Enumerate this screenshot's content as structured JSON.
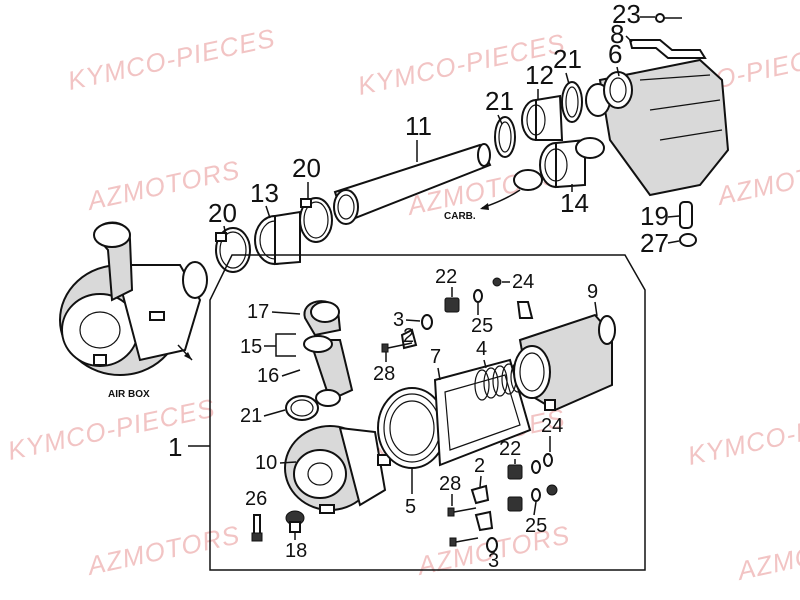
{
  "watermarks": {
    "kymco": "KYMCO-PIECES",
    "az": "AZMOTORS"
  },
  "callouts": {
    "n1": "1",
    "n2a": "2",
    "n2b": "2",
    "n3a": "3",
    "n3b": "3",
    "n4": "4",
    "n5": "5",
    "n6": "6",
    "n7": "7",
    "n8": "8",
    "n9": "9",
    "n10": "10",
    "n11": "11",
    "n12": "12",
    "n13": "13",
    "n14": "14",
    "n15": "15",
    "n16": "16",
    "n17": "17",
    "n18": "18",
    "n19": "19",
    "n20a": "20",
    "n20b": "20",
    "n21a": "21",
    "n21b": "21",
    "n21c": "21",
    "n22a": "22",
    "n22b": "22",
    "n23": "23",
    "n24a": "24",
    "n24b": "24",
    "n25a": "25",
    "n25b": "25",
    "n26": "26",
    "n27": "27",
    "n28a": "28",
    "n28b": "28"
  },
  "captions": {
    "air_box": "AIR BOX",
    "carb": "CARB."
  }
}
